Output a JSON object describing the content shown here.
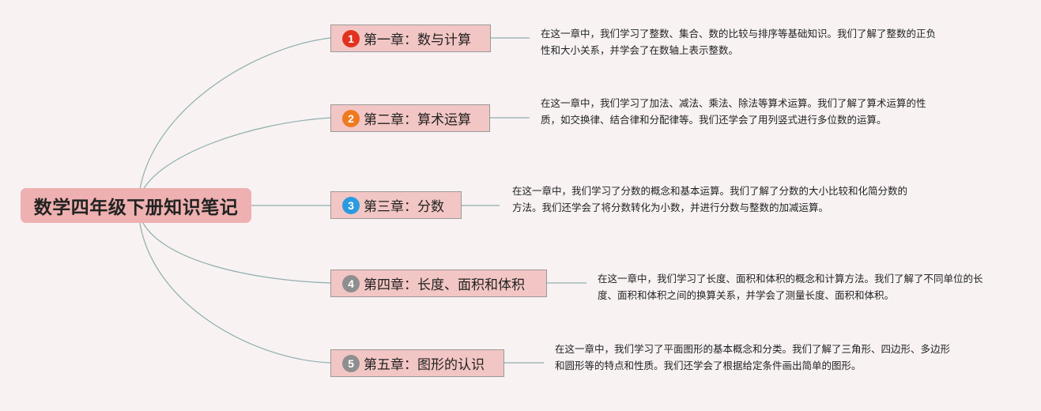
{
  "root": {
    "title": "数学四年级下册知识笔记"
  },
  "chapters": [
    {
      "number": "1",
      "badge_color": "#e0321e",
      "title": "第一章：数与计算",
      "note": "在这一章中，我们学习了整数、集合、数的比较与排序等基础知识。我们了解了整数的正负性和大小关系，并学会了在数轴上表示整数。"
    },
    {
      "number": "2",
      "badge_color": "#ee7a1f",
      "title": "第二章：算术运算",
      "note": "在这一章中，我们学习了加法、减法、乘法、除法等算术运算。我们了解了算术运算的性质，如交换律、结合律和分配律等。我们还学会了用列竖式进行多位数的运算。"
    },
    {
      "number": "3",
      "badge_color": "#2b9be0",
      "title": "第三章：分数",
      "note": "在这一章中，我们学习了分数的概念和基本运算。我们了解了分数的大小比较和化简分数的方法。我们还学会了将分数转化为小数，并进行分数与整数的加减运算。"
    },
    {
      "number": "4",
      "badge_color": "#8e8e8e",
      "title": "第四章：长度、面积和体积",
      "note": "在这一章中，我们学习了长度、面积和体积的概念和计算方法。我们了解了不同单位的长度、面积和体积之间的换算关系，并学会了测量长度、面积和体积。"
    },
    {
      "number": "5",
      "badge_color": "#8e8e8e",
      "title": "第五章：图形的认识",
      "note": "在这一章中，我们学习了平面图形的基本概念和分类。我们了解了三角形、四边形、多边形和圆形等的特点和性质。我们还学会了根据给定条件画出简单的图形。"
    }
  ]
}
